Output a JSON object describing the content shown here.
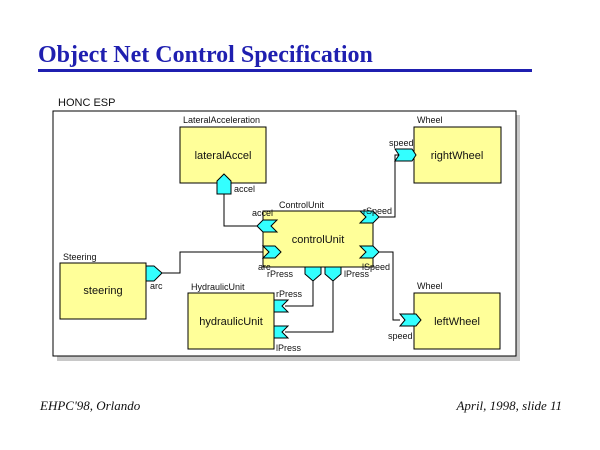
{
  "slide": {
    "title": "Object Net Control Specification",
    "footer_left": "EHPC'98, Orlando",
    "footer_right": "April, 1998, slide 11",
    "title_color": "#1f1fb0"
  },
  "diagram": {
    "frame_label": "HONC ESP",
    "box_fill": "#ffff99",
    "port_fill": "#33ffff",
    "nodes": {
      "lateral": {
        "type_label": "LateralAcceleration",
        "name": "lateralAccel"
      },
      "right_wheel": {
        "type_label": "Wheel",
        "name": "rightWheel"
      },
      "control": {
        "type_label": "ControlUnit",
        "name": "controlUnit"
      },
      "steering": {
        "type_label": "Steering",
        "name": "steering"
      },
      "hydraulic": {
        "type_label": "HydraulicUnit",
        "name": "hydraulicUnit"
      },
      "left_wheel": {
        "type_label": "Wheel",
        "name": "leftWheel"
      }
    },
    "ports": {
      "lateral_accel": "accel",
      "control_accel": "accel",
      "right_wheel_speed": "speed",
      "control_rspeed": "rSpeed",
      "control_arc": "arc",
      "steering_arc": "arc",
      "control_rpress": "rPress",
      "control_lpress": "lPress",
      "control_lspeed": "lSpeed",
      "hydraulic_rpress": "rPress",
      "hydraulic_lpress": "lPress",
      "left_wheel_speed": "speed"
    }
  }
}
